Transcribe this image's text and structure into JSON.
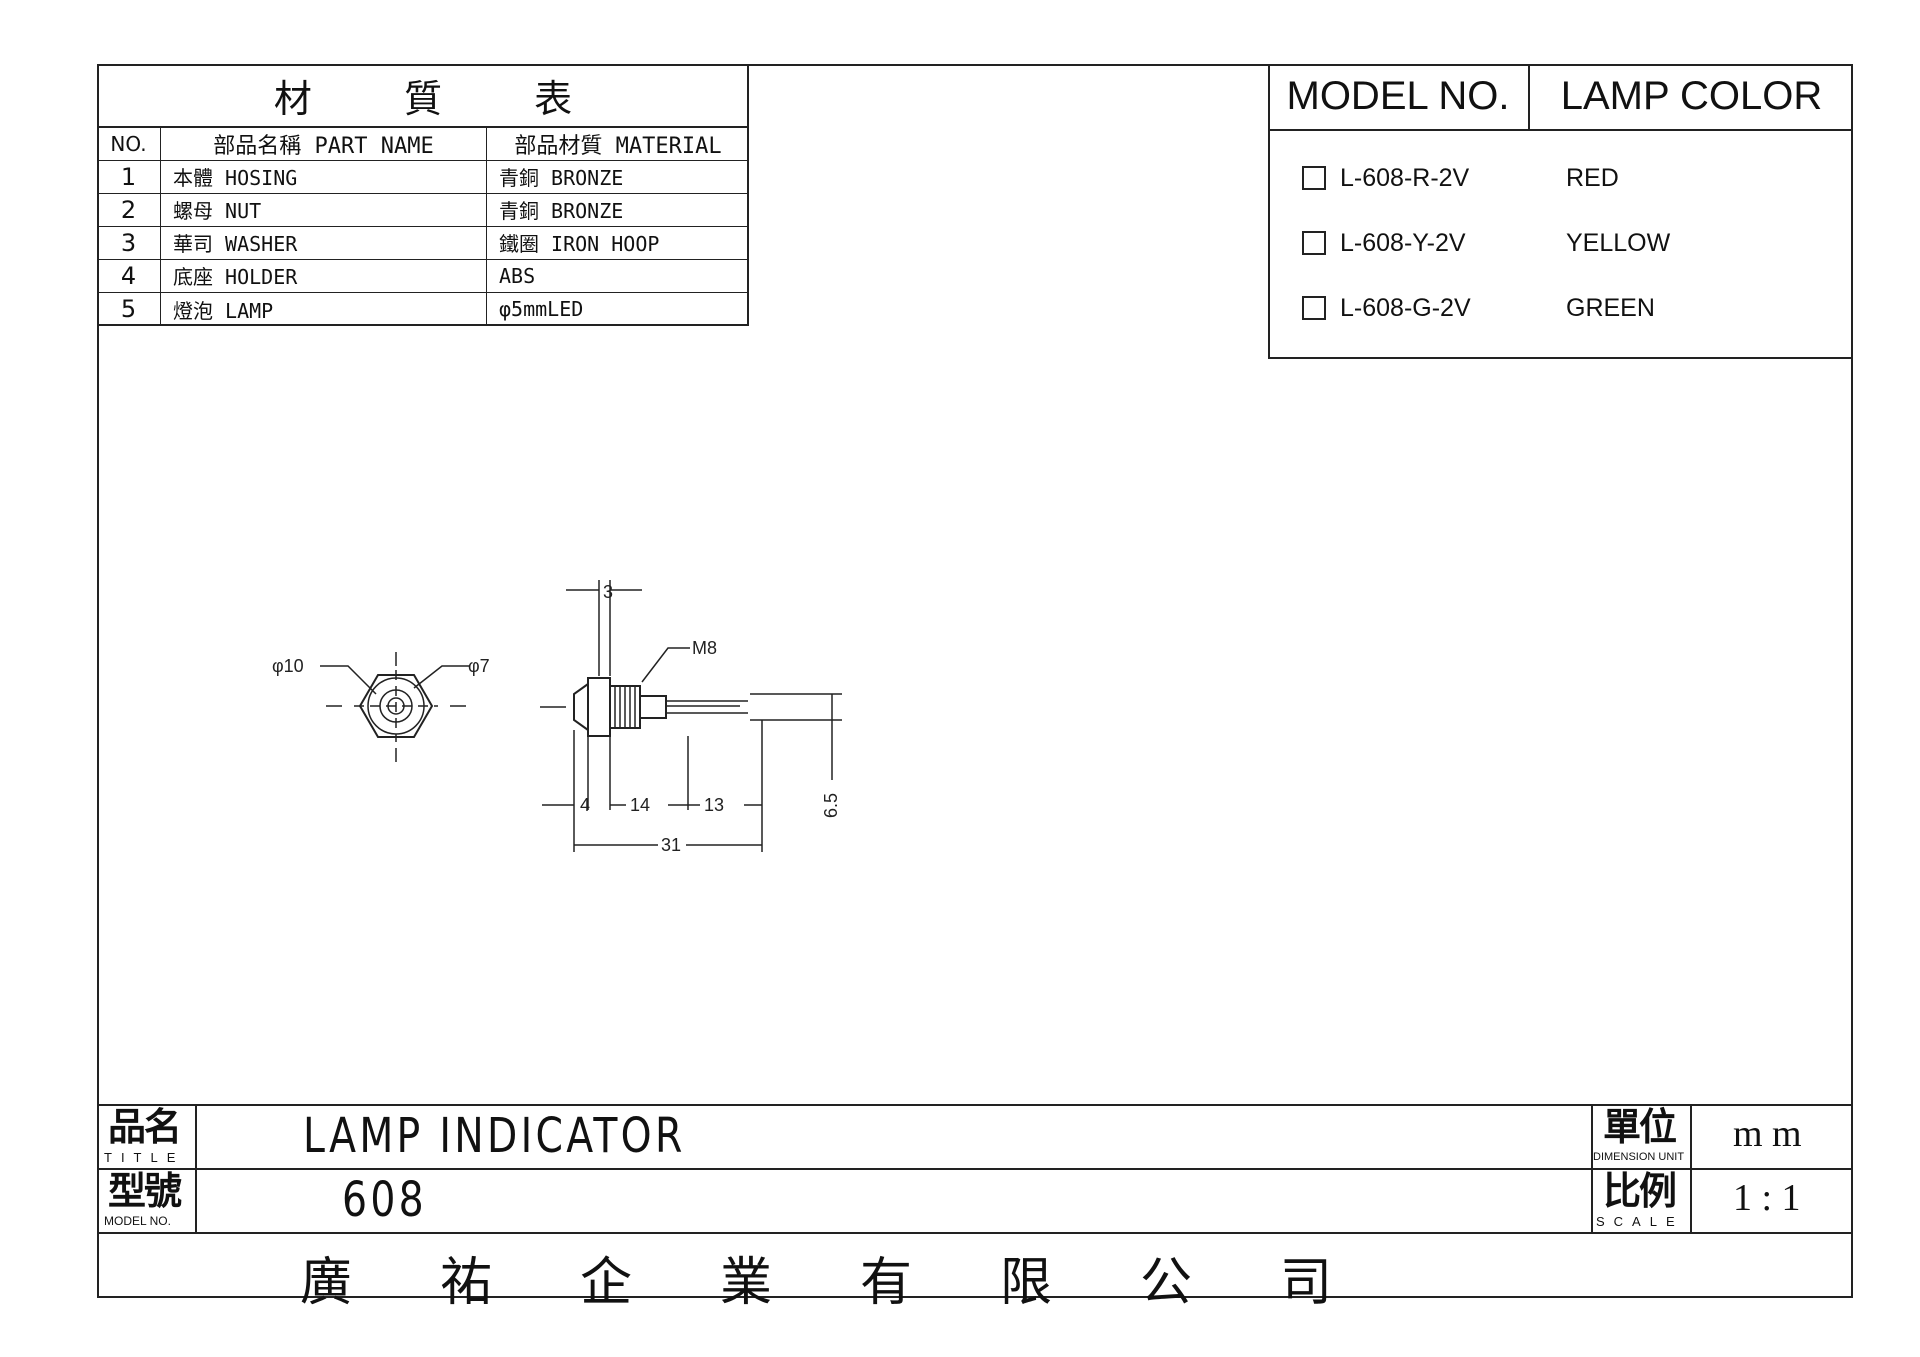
{
  "material_table": {
    "title": "材 質 表",
    "headers": {
      "no": "NO.",
      "part": "部品名稱 PART NAME",
      "material": "部品材質 MATERIAL"
    },
    "rows": [
      {
        "no": "1",
        "part": "本體 HOSING",
        "material": "青銅 BRONZE"
      },
      {
        "no": "2",
        "part": "螺母 NUT",
        "material": "青銅 BRONZE"
      },
      {
        "no": "3",
        "part": "華司 WASHER",
        "material": "鐵圈 IRON HOOP"
      },
      {
        "no": "4",
        "part": "底座 HOLDER",
        "material": "ABS"
      },
      {
        "no": "5",
        "part": "燈泡 LAMP",
        "material": "φ5mmLED"
      }
    ]
  },
  "model_table": {
    "headers": {
      "model": "MODEL NO.",
      "color": "LAMP COLOR"
    },
    "rows": [
      {
        "model": "L-608-R-2V",
        "color": "RED",
        "checked": false
      },
      {
        "model": "L-608-Y-2V",
        "color": "YELLOW",
        "checked": false
      },
      {
        "model": "L-608-G-2V",
        "color": "GREEN",
        "checked": false
      }
    ]
  },
  "drawing": {
    "dims": {
      "d_outer": "φ10",
      "d_inner": "φ7",
      "thread": "M8",
      "top_width": "3",
      "seg1": "4",
      "seg2": "14",
      "seg3": "13",
      "total": "31",
      "height": "6.5"
    }
  },
  "title_block": {
    "title_label": "品名",
    "title_sub": "TITLE",
    "title_value": "LAMP INDICATOR",
    "model_label": "型號",
    "model_sub": "MODEL NO.",
    "model_value": "608",
    "unit_label": "單位",
    "unit_sub": "DIMENSION UNIT",
    "unit_value": "m m",
    "scale_label": "比例",
    "scale_sub": "SCALE",
    "scale_value": "1 : 1",
    "company_chars": [
      "廣",
      "祐",
      "企",
      "業",
      "有",
      "限",
      "公",
      "司"
    ]
  }
}
